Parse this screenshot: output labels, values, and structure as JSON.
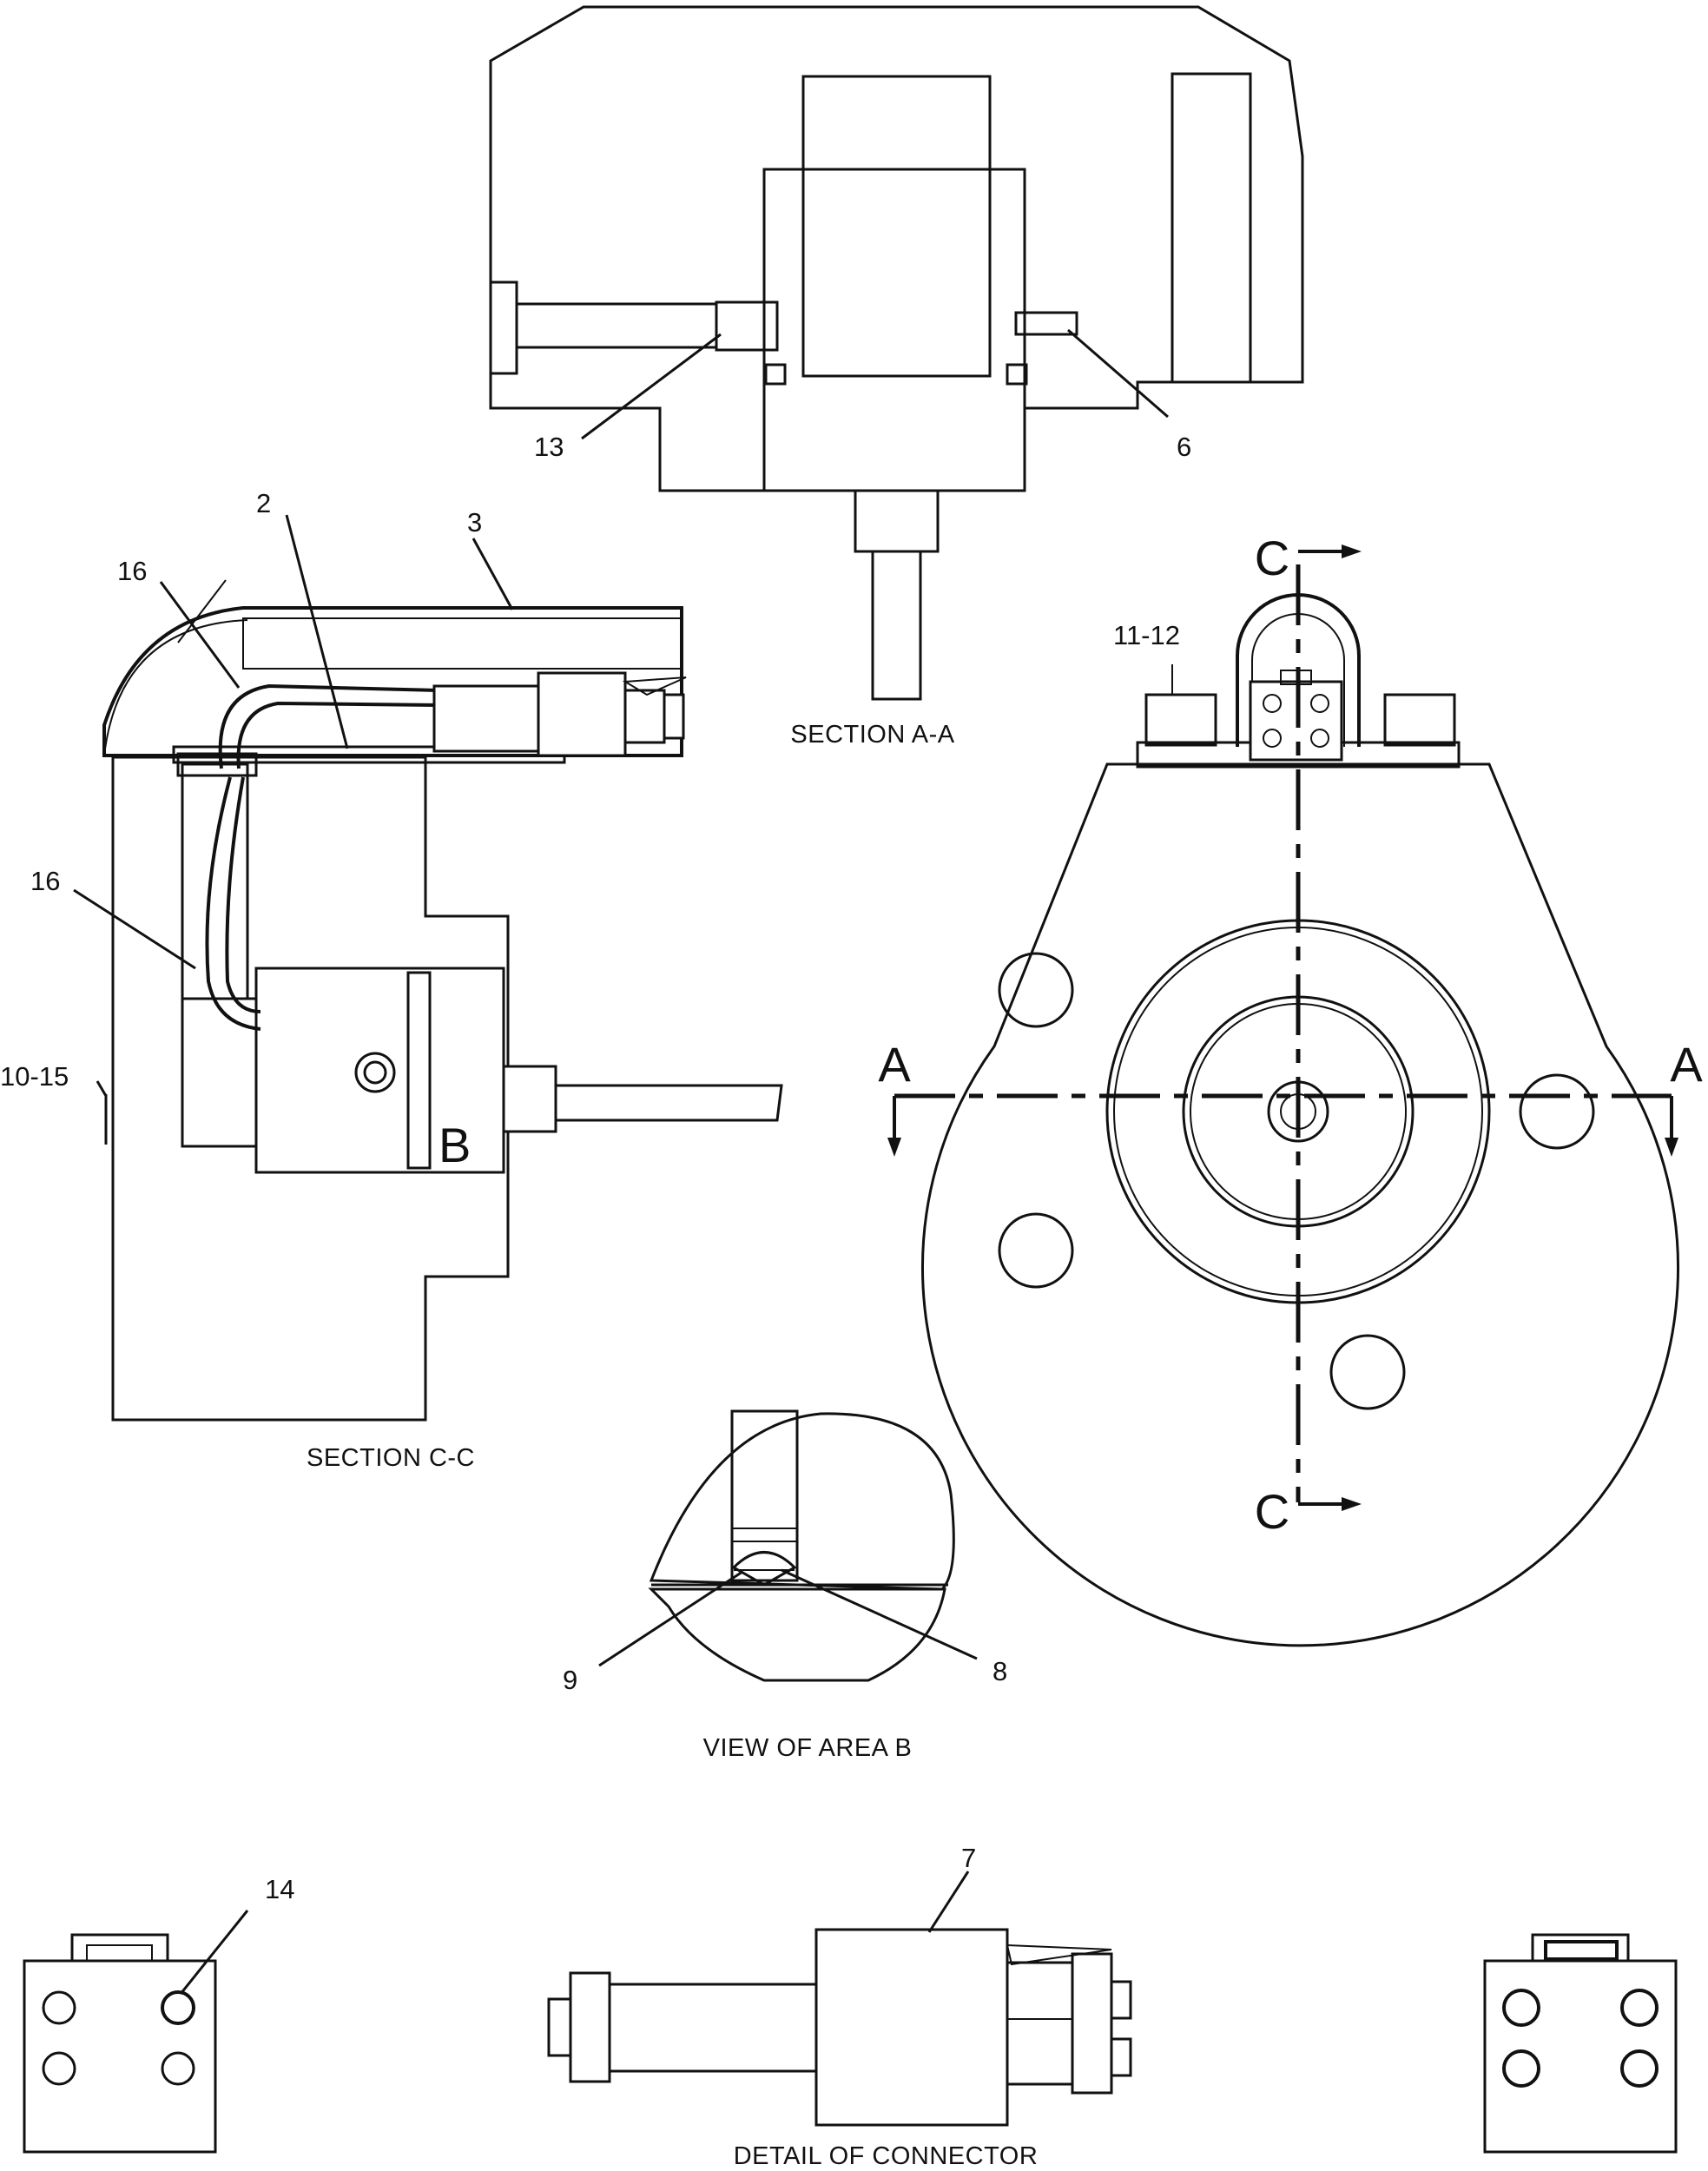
{
  "views": {
    "section_aa": "SECTION A-A",
    "section_cc": "SECTION C-C",
    "view_area_b": "VIEW OF AREA B",
    "detail_connector": "DETAIL OF CONNECTOR"
  },
  "callouts": {
    "c2": "2",
    "c3": "3",
    "c6": "6",
    "c7": "7",
    "c8": "8",
    "c9": "9",
    "c10_15": "10-15",
    "c11_12": "11-12",
    "c13": "13",
    "c14": "14",
    "c16a": "16",
    "c16b": "16"
  },
  "section_marks": {
    "a_left": "A",
    "a_right": "A",
    "c_top": "C",
    "c_bottom": "C",
    "area_b": "B"
  }
}
